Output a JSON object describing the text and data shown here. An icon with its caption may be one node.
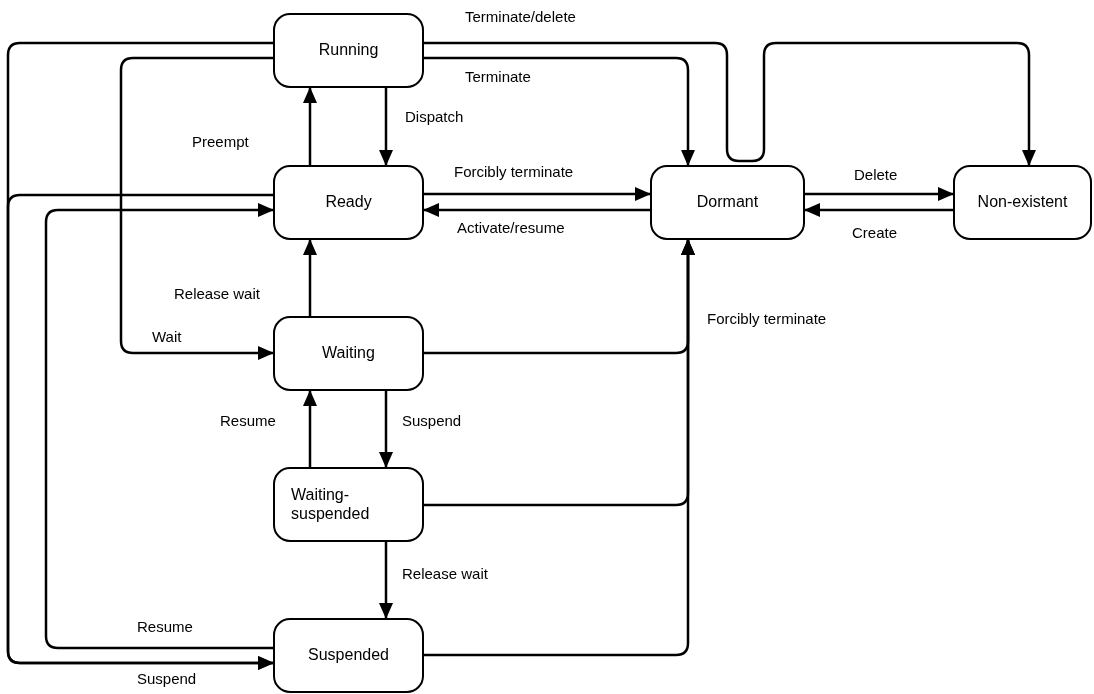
{
  "diagram": {
    "nodes": [
      {
        "text": [
          "Running"
        ]
      },
      {
        "text": [
          "Ready"
        ]
      },
      {
        "text": [
          "Dormant"
        ]
      },
      {
        "text": [
          "Non-existent"
        ]
      },
      {
        "text": [
          "Waiting"
        ]
      },
      {
        "text": [
          "Waiting-suspended"
        ]
      },
      {
        "text": [
          "Suspended"
        ]
      }
    ],
    "edges": [
      {
        "from": 0,
        "to": 2,
        "arrow": "to",
        "label": "Terminate"
      },
      {
        "from": 0,
        "to": 3,
        "arrow": "to",
        "label": "Terminate/delete"
      },
      {
        "from": 1,
        "to": 0,
        "arrow": "to",
        "label": "Preempt"
      },
      {
        "from": 0,
        "to": 1,
        "arrow": "to",
        "label": "Dispatch"
      },
      {
        "from": 1,
        "to": 2,
        "arrow": "to",
        "label": "Forcibly terminate"
      },
      {
        "from": 2,
        "to": 1,
        "arrow": "to",
        "label": "Activate/resume"
      },
      {
        "from": 2,
        "to": 3,
        "arrow": "to",
        "label": "Delete"
      },
      {
        "from": 3,
        "to": 2,
        "arrow": "to",
        "label": "Create"
      },
      {
        "from": 0,
        "to": 4,
        "arrow": "to",
        "label": "Wait"
      },
      {
        "from": 4,
        "to": 1,
        "arrow": "to",
        "label": "Release wait"
      },
      {
        "from": 4,
        "to": 2,
        "arrow": "to",
        "label": "Forcibly terminate"
      },
      {
        "from": 5,
        "to": 2,
        "arrow": "to"
      },
      {
        "from": 6,
        "to": 2,
        "arrow": "to"
      },
      {
        "from": 4,
        "to": 5,
        "arrow": "to",
        "label": "Suspend"
      },
      {
        "from": 5,
        "to": 4,
        "arrow": "to",
        "label": "Resume"
      },
      {
        "from": 5,
        "to": 6,
        "arrow": "to",
        "label": "Release wait"
      },
      {
        "from": 6,
        "to": 1,
        "arrow": "to",
        "label": "Resume"
      },
      {
        "from": 0,
        "to": 6,
        "arrow": "to",
        "label": "Suspend"
      },
      {
        "from": 1,
        "to": 6,
        "arrow": "to"
      }
    ]
  }
}
